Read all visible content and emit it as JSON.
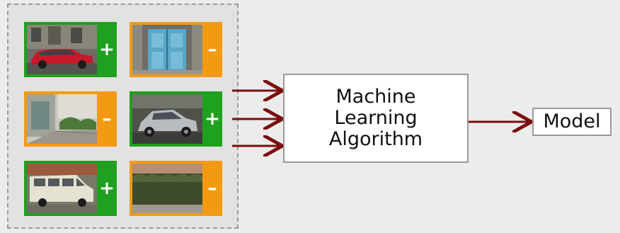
{
  "colors": {
    "positive": "#1fa01f",
    "negative": "#f39a14",
    "arrow": "#7a0e0e",
    "box_border": "#9a9a9a"
  },
  "dataset": {
    "samples": [
      {
        "sign": "+",
        "label": "positive",
        "subject": "red station wagon car"
      },
      {
        "sign": "–",
        "label": "negative",
        "subject": "blue double door"
      },
      {
        "sign": "–",
        "label": "negative",
        "subject": "street with shop front"
      },
      {
        "sign": "+",
        "label": "positive",
        "subject": "silver hatchback car"
      },
      {
        "sign": "+",
        "label": "positive",
        "subject": "white van"
      },
      {
        "sign": "–",
        "label": "negative",
        "subject": "hedge by the road"
      }
    ]
  },
  "algorithm": {
    "lines": [
      "Machine",
      "Learning",
      "Algorithm"
    ]
  },
  "model": {
    "label": "Model"
  }
}
